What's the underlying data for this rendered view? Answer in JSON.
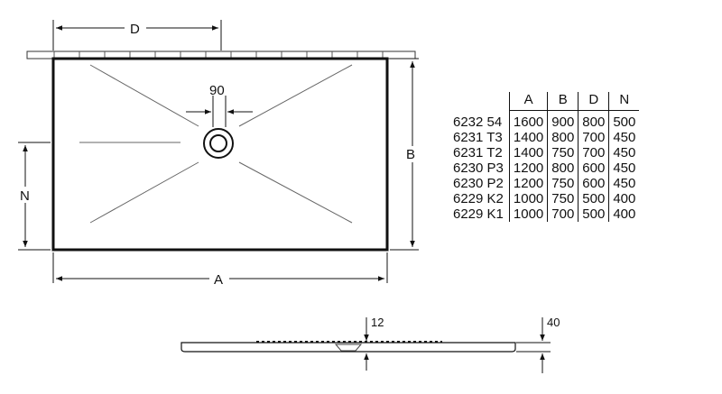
{
  "dimensions": {
    "d_label": "D",
    "a_label": "A",
    "b_label": "B",
    "n_label": "N",
    "drain_width": "90",
    "thickness_edge": "12",
    "thickness_total": "40"
  },
  "table": {
    "headers": [
      "",
      "A",
      "B",
      "D",
      "N"
    ],
    "rows": [
      [
        "6232 54",
        "1600",
        "900",
        "800",
        "500"
      ],
      [
        "6231 T3",
        "1400",
        "800",
        "700",
        "450"
      ],
      [
        "6231 T2",
        "1400",
        "750",
        "700",
        "450"
      ],
      [
        "6230 P3",
        "1200",
        "800",
        "600",
        "450"
      ],
      [
        "6230 P2",
        "1200",
        "750",
        "600",
        "450"
      ],
      [
        "6229 K2",
        "1000",
        "750",
        "500",
        "400"
      ],
      [
        "6229 K1",
        "1000",
        "700",
        "500",
        "400"
      ]
    ]
  }
}
